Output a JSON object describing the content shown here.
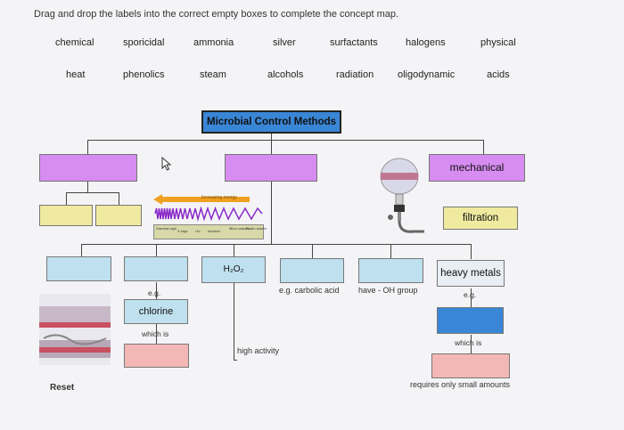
{
  "instruction": "Drag and drop the labels into the correct empty boxes to complete the concept map.",
  "word_bank": {
    "row1": [
      "chemical",
      "sporicidal",
      "ammonia",
      "silver",
      "surfactants",
      "halogens",
      "physical"
    ],
    "row2": [
      "heat",
      "phenolics",
      "steam",
      "alcohols",
      "radiation",
      "oligodynamic",
      "acids"
    ]
  },
  "map": {
    "title": "Microbial Control Methods",
    "mechanical": "mechanical",
    "filtration": "filtration",
    "h2o2": "H₂O₂",
    "heavy_metals": "heavy metals",
    "chlorine": "chlorine",
    "eg_left": "e.g.",
    "eg_right": "e.g.",
    "which_is_left": "which is",
    "which_is_right": "which is",
    "eg_carbolic": "e.g. carbolic acid",
    "have_oh": "have - OH group",
    "high_activity": "high activity",
    "requires_small": "requires only small amounts"
  },
  "spectrum": {
    "energy_label": "Increasing energy",
    "bands": [
      "Gamma rays",
      "X-rays",
      "UV",
      "Infrared",
      "Micro waves",
      "Radio waves"
    ]
  },
  "reset_label": "Reset"
}
